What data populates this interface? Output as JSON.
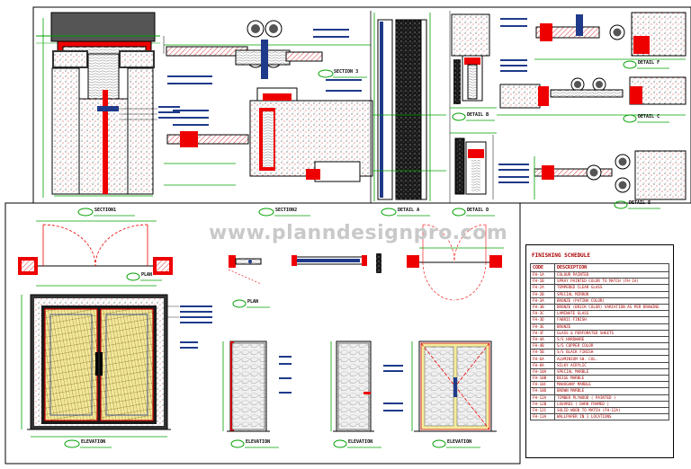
{
  "watermark": "www.planndesignpro.com",
  "titles": {
    "section1": "SECTION1",
    "section2": "SECTION2",
    "section3": "SECTION 3",
    "detail_a": "DETAIL A",
    "detail_b": "DETAIL B",
    "detail_c": "DETAIL C",
    "detail_d": "DETAIL D",
    "detail_e": "DETAIL E",
    "detail_f": "DETAIL F",
    "plan": "PLAN",
    "elevation": "ELEVATION"
  },
  "schedule": {
    "title": "FINISHING SCHEDULE",
    "head": {
      "code": "CODE",
      "desc": "DESCRIPTION"
    },
    "rows": [
      {
        "code": "FH-1A",
        "desc": "COLOUR PAINTED"
      },
      {
        "code": "FH-1B",
        "desc": "SPRAY PAINTED COLOR TO MATCH (FH-1A)"
      },
      {
        "code": "FH-2A",
        "desc": "TEMPERED CLEAR GLASS"
      },
      {
        "code": "FH-2B",
        "desc": "SPECIAL MIRROR"
      },
      {
        "code": "FH-3A",
        "desc": "BRONZE (PATINA COLOR)"
      },
      {
        "code": "FH-3B",
        "desc": "BRONZE (BRICK COLOR) VARIATION AS PER DRAWING"
      },
      {
        "code": "FH-3C",
        "desc": "LAMINATE GLASS"
      },
      {
        "code": "FH-3D",
        "desc": "FABRIC FINISH"
      },
      {
        "code": "FH-3E",
        "desc": "BRONZE"
      },
      {
        "code": "FH-3F",
        "desc": "GLASS & PERFORATED SHEETS"
      },
      {
        "code": "FH-4A",
        "desc": "S/S HARDWARE"
      },
      {
        "code": "FH-4B",
        "desc": "S/S COPPER COLOR"
      },
      {
        "code": "FH-5B",
        "desc": "S/S BLACK FINISH"
      },
      {
        "code": "FH-6A",
        "desc": "ALUMINIUM SH. COL."
      },
      {
        "code": "FH-8A",
        "desc": "SILKY ACRYLIC"
      },
      {
        "code": "FH-10A",
        "desc": "SPECIAL MARBLE"
      },
      {
        "code": "FH-10B",
        "desc": "BEIGE MARBLE"
      },
      {
        "code": "FH-10C",
        "desc": "MAHOGANY MARBLE"
      },
      {
        "code": "FH-10D",
        "desc": "BROWN MARBLE"
      },
      {
        "code": "FH-12A",
        "desc": "TIMBER PLYWOOD ( PAINTED )"
      },
      {
        "code": "FH-12B",
        "desc": "LOUVRES ( DARK FRAMED )"
      },
      {
        "code": "FH-12C",
        "desc": "SOLID WOOD TO MATCH (FH-12A)"
      },
      {
        "code": "FH-13A",
        "desc": "WALLPAPER IN 1 LOCATIONS"
      }
    ]
  },
  "colors": {
    "red": "#e00000",
    "green": "#00a000",
    "blue": "#1f3a8a",
    "yellow": "#e8d36a",
    "dark": "#000000"
  }
}
